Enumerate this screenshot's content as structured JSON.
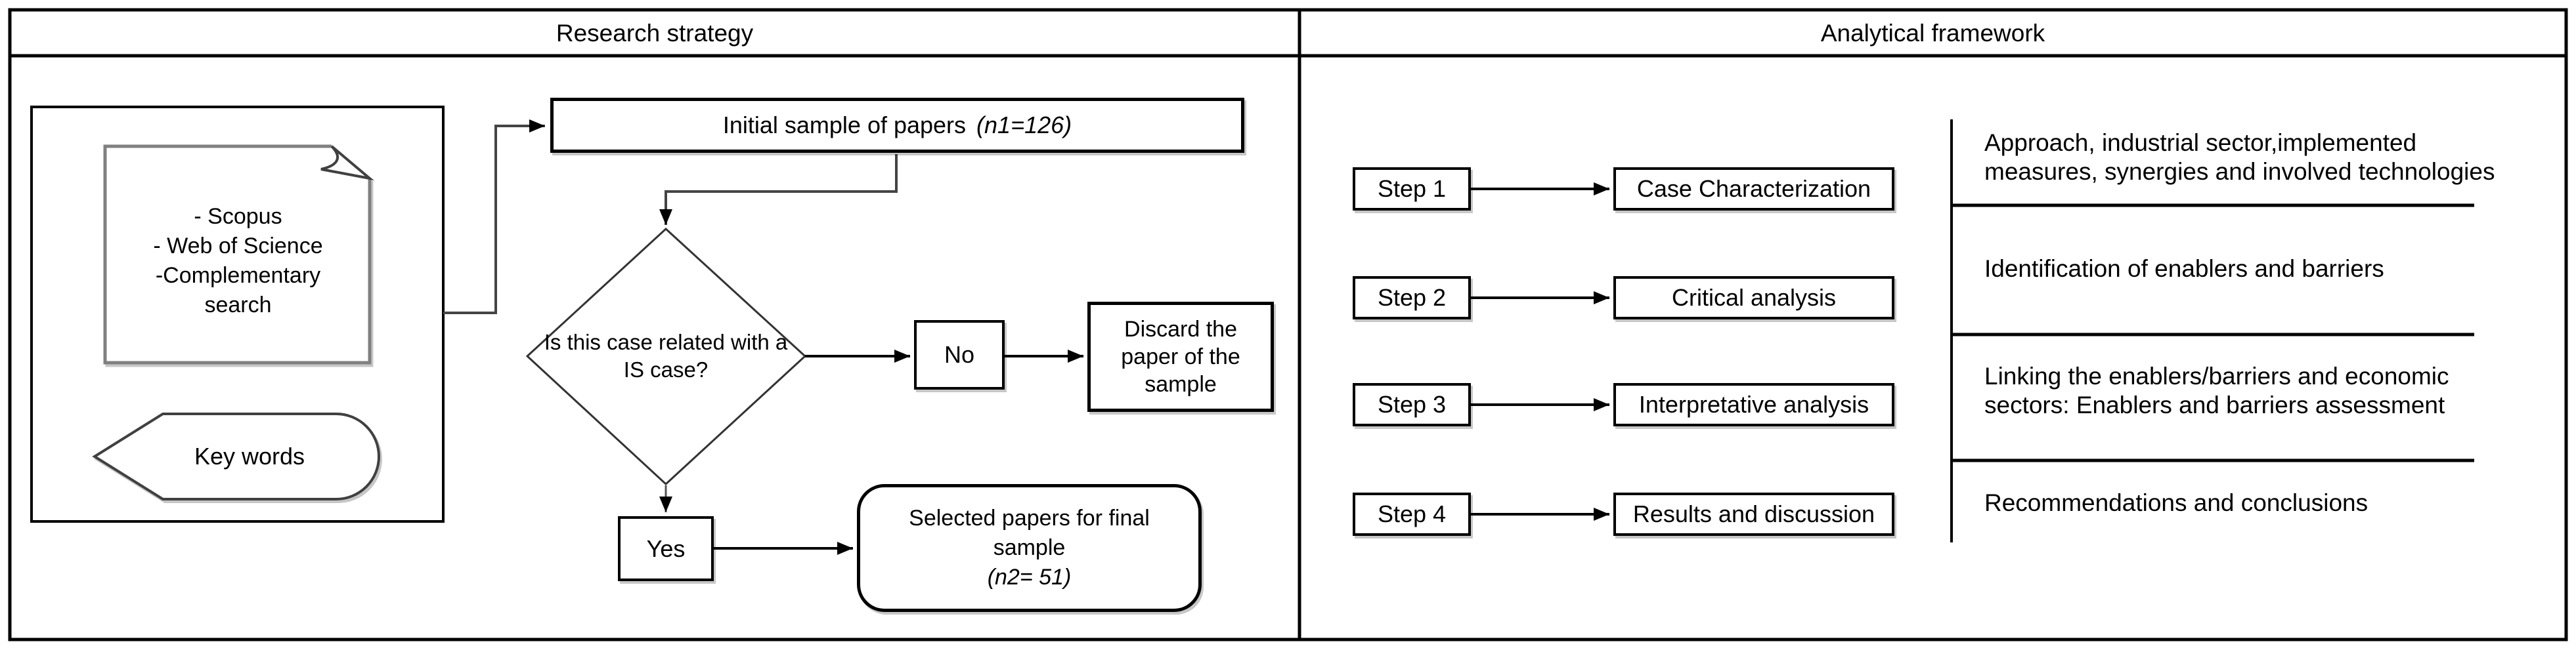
{
  "colors": {
    "ink": "#000000",
    "note_border": "#808080",
    "connector": "#444444",
    "background": "#ffffff"
  },
  "header": {
    "left_title": "Research strategy",
    "right_title": "Analytical framework"
  },
  "research": {
    "sources_note": {
      "line1": "- Scopus",
      "line2": "- Web of Science",
      "line3": "-Complementary",
      "line4": "search"
    },
    "keywords_label": "Key words",
    "initial_sample": {
      "text": "Initial sample of papers",
      "count": "(n1=126)"
    },
    "decision": {
      "line1": "Is this case related with a",
      "line2": "IS case?"
    },
    "no_label": "No",
    "yes_label": "Yes",
    "discard": {
      "line1": "Discard the",
      "line2": "paper of the",
      "line3": "sample"
    },
    "selected": {
      "line1": "Selected papers for final",
      "line2": "sample",
      "count": "(n2= 51)"
    }
  },
  "analytical": {
    "steps": [
      {
        "label": "Step 1",
        "activity": "Case Characterization",
        "description_lines": [
          "Approach, industrial sector,implemented",
          "measures, synergies and involved technologies"
        ]
      },
      {
        "label": "Step 2",
        "activity": "Critical analysis",
        "description_lines": [
          "Identification of enablers and barriers"
        ]
      },
      {
        "label": "Step 3",
        "activity": "Interpretative analysis",
        "description_lines": [
          "Linking the enablers/barriers and economic",
          "sectors: Enablers and barriers assessment"
        ]
      },
      {
        "label": "Step 4",
        "activity": "Results and discussion",
        "description_lines": [
          "Recommendations and conclusions"
        ]
      }
    ]
  }
}
